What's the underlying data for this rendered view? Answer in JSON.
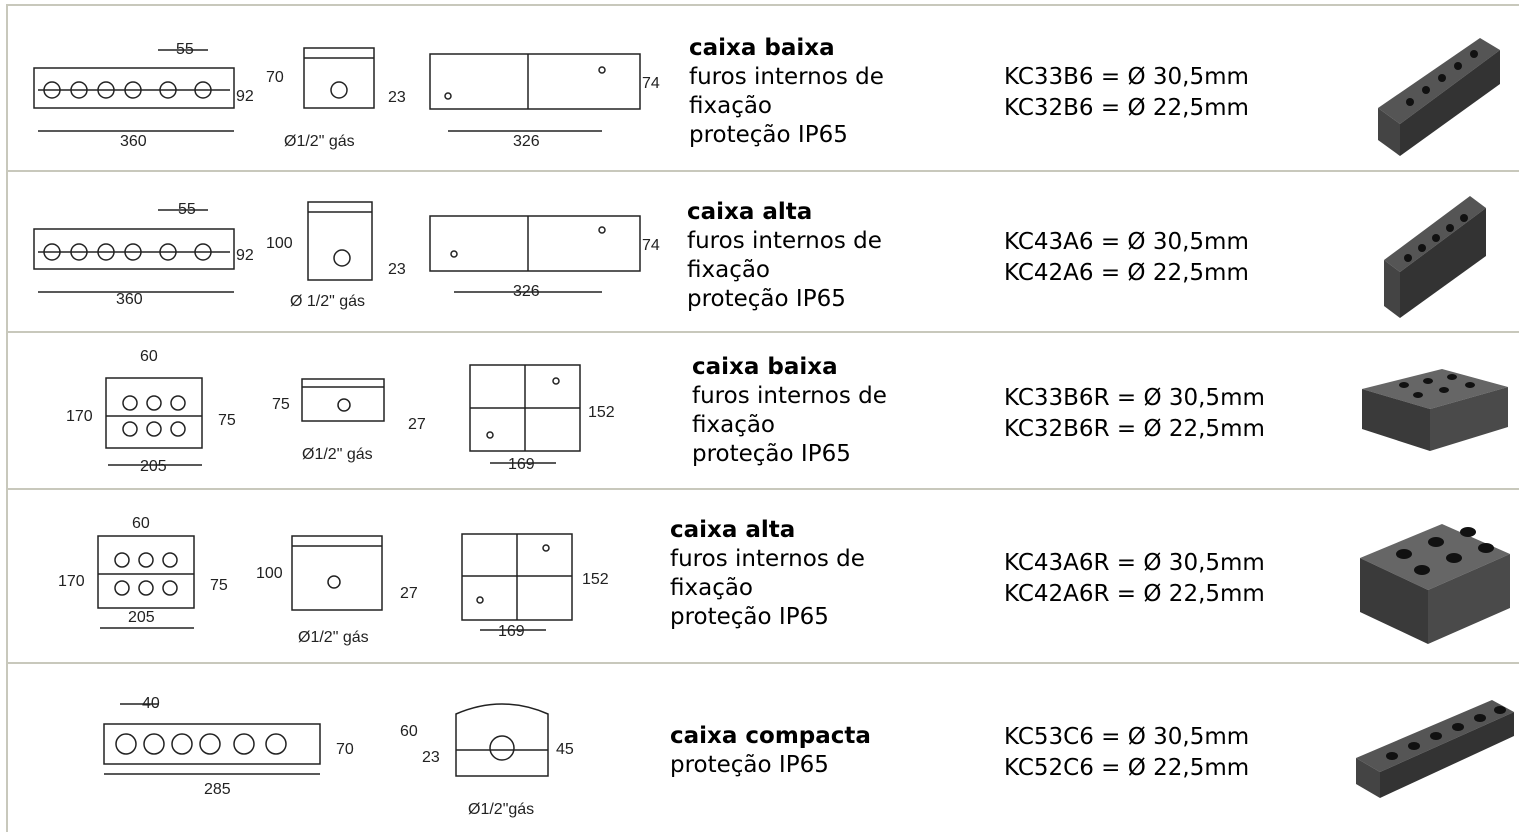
{
  "rows": [
    {
      "title": "caixa baixa",
      "lines": [
        "furos internos de",
        "fixação",
        "proteção IP65"
      ],
      "codes": [
        "KC33B6 = Ø 30,5mm",
        "KC32B6 = Ø 22,5mm"
      ],
      "dims": {
        "spacing": "55",
        "height": "92",
        "width": "360",
        "depth": "70",
        "hole": "23",
        "gas": "Ø1/2\" gás",
        "side_h": "74",
        "side_w": "326"
      }
    },
    {
      "title": "caixa alta",
      "lines": [
        "furos internos de",
        "fixação",
        "proteção IP65"
      ],
      "codes": [
        "KC43A6 = Ø 30,5mm",
        "KC42A6 = Ø 22,5mm"
      ],
      "dims": {
        "spacing": "55",
        "height": "92",
        "width": "360",
        "depth": "100",
        "hole": "23",
        "gas": "Ø 1/2\" gás",
        "side_h": "74",
        "side_w": "326"
      }
    },
    {
      "title": "caixa baixa",
      "lines": [
        "furos internos de",
        "fixação",
        "proteção IP65"
      ],
      "codes": [
        "KC33B6R = Ø 30,5mm",
        "KC32B6R = Ø 22,5mm"
      ],
      "dims": {
        "spacing": "60",
        "height_outer": "170",
        "height_inner": "75",
        "width": "205",
        "depth": "75",
        "hole": "27",
        "gas": "Ø1/2\" gás",
        "side_h": "152",
        "side_w": "169"
      }
    },
    {
      "title": "caixa alta",
      "lines": [
        "furos internos de",
        "fixação",
        "proteção IP65"
      ],
      "codes": [
        "KC43A6R = Ø 30,5mm",
        "KC42A6R = Ø 22,5mm"
      ],
      "dims": {
        "spacing": "60",
        "height_outer": "170",
        "height_inner": "75",
        "width": "205",
        "depth": "100",
        "hole": "27",
        "gas": "Ø1/2\" gás",
        "side_h": "152",
        "side_w": "169"
      }
    },
    {
      "title": "caixa compacta",
      "lines": [
        "proteção IP65"
      ],
      "codes": [
        "KC53C6 = Ø 30,5mm",
        "KC52C6 = Ø 22,5mm"
      ],
      "dims": {
        "spacing": "40",
        "height": "70",
        "width": "285",
        "depth": "60",
        "hole": "23",
        "side_h": "45",
        "gas": "Ø1/2\"gás"
      }
    }
  ]
}
